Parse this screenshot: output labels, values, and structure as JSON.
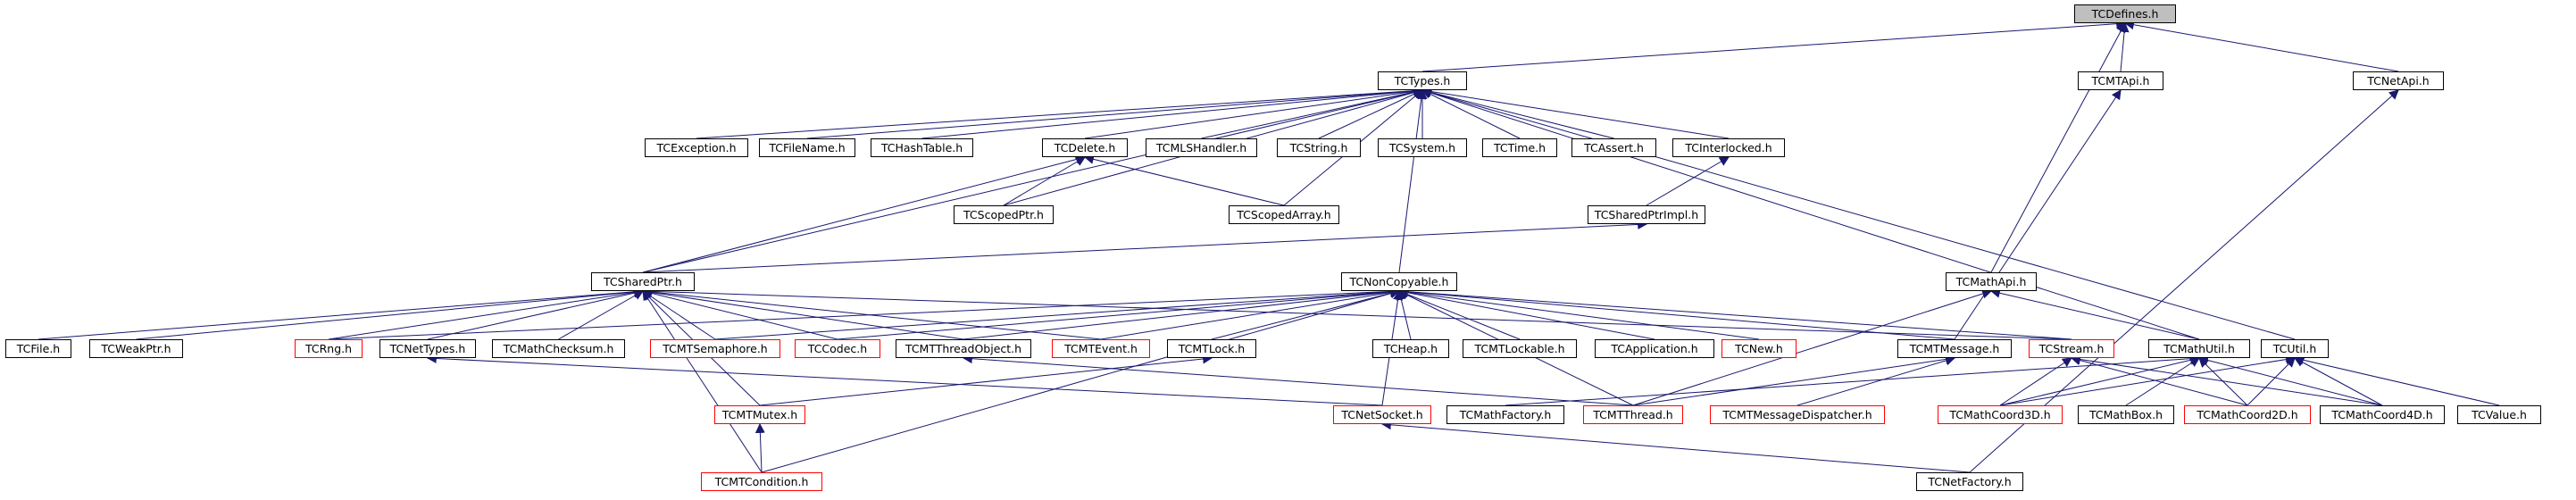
{
  "colors": {
    "edge": "#191970",
    "box_border": "#000000",
    "truncated_border": "#ff0000",
    "root_fill": "#bfbfbf"
  },
  "nodes": {
    "tcdefines": "TCDefines.h",
    "tctypes": "TCTypes.h",
    "tcmtapi": "TCMTApi.h",
    "tcnetapi": "TCNetApi.h",
    "tcexception": "TCException.h",
    "tcfilename": "TCFileName.h",
    "tchashtable": "TCHashTable.h",
    "tcdelete": "TCDelete.h",
    "tcmlshandler": "TCMLSHandler.h",
    "tcstring": "TCString.h",
    "tcsystem": "TCSystem.h",
    "tctime": "TCTime.h",
    "tcassert": "TCAssert.h",
    "tcinterlocked": "TCInterlocked.h",
    "tcscopedptr": "TCScopedPtr.h",
    "tcscopedarray": "TCScopedArray.h",
    "tcsharedptrimpl": "TCSharedPtrImpl.h",
    "tcsharedptr": "TCSharedPtr.h",
    "tcnoncopyable": "TCNonCopyable.h",
    "tcmathapi": "TCMathApi.h",
    "tcfile": "TCFile.h",
    "tcweakptr": "TCWeakPtr.h",
    "tcrng": "TCRng.h",
    "tcnettypes": "TCNetTypes.h",
    "tcmathchecksum": "TCMathChecksum.h",
    "tcmtsemaphore": "TCMTSemaphore.h",
    "tccodec": "TCCodec.h",
    "tcmtthreadobject": "TCMTThreadObject.h",
    "tcmtevent": "TCMTEvent.h",
    "tcmtlock": "TCMTLock.h",
    "tcheap": "TCHeap.h",
    "tcmtlockable": "TCMTLockable.h",
    "tcapplication": "TCApplication.h",
    "tcnew": "TCNew.h",
    "tcmtmessage": "TCMTMessage.h",
    "tcstream": "TCStream.h",
    "tcmathutil": "TCMathUtil.h",
    "tcutil": "TCUtil.h",
    "tcmtmutex": "TCMTMutex.h",
    "tcnetsocket": "TCNetSocket.h",
    "tcmathfactory": "TCMathFactory.h",
    "tcmtthread": "TCMTThread.h",
    "tcmtmessagedispatcher": "TCMTMessageDispatcher.h",
    "tcmathcoord3d": "TCMathCoord3D.h",
    "tcmathbox": "TCMathBox.h",
    "tcmathcoord2d": "TCMathCoord2D.h",
    "tcmathcoord4d": "TCMathCoord4D.h",
    "tcvalue": "TCValue.h",
    "tcmtcondition": "TCMTCondition.h",
    "tcnetfactory": "TCNetFactory.h"
  }
}
